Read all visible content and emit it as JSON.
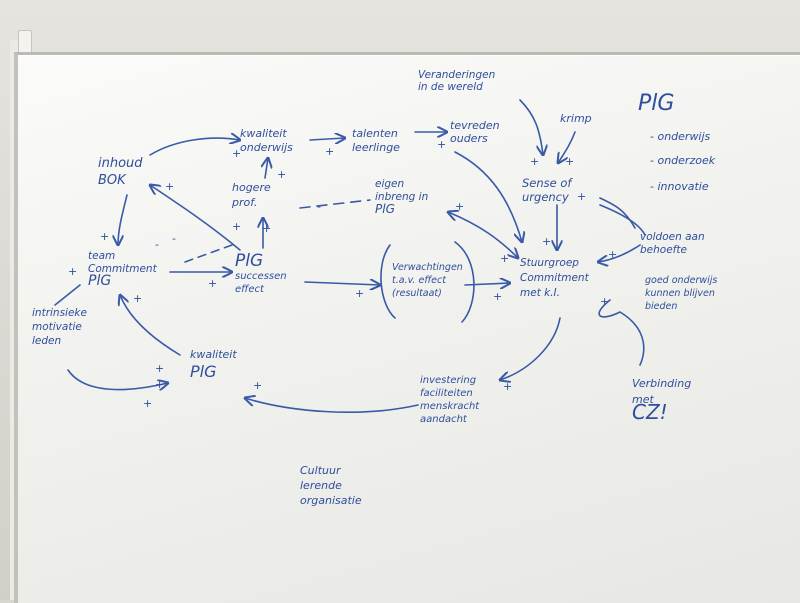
{
  "whiteboard": {
    "title": "PlG",
    "legend": [
      "- onderwijs",
      "- onderzoek",
      "- innovatie"
    ],
    "nodes": [
      {
        "id": "veranderingen",
        "lines": [
          "Veranderingen",
          "in de wereld"
        ]
      },
      {
        "id": "krimp",
        "lines": [
          "krimp"
        ]
      },
      {
        "id": "kwaliteit-onderwijs",
        "lines": [
          "kwaliteit",
          "onderwijs"
        ]
      },
      {
        "id": "talenten",
        "lines": [
          "talenten",
          "leerlinge"
        ]
      },
      {
        "id": "tevreden-ouders",
        "lines": [
          "tevreden",
          "ouders"
        ]
      },
      {
        "id": "inhoud-bok",
        "lines": [
          "inhoud",
          "BOK"
        ]
      },
      {
        "id": "hogere-prof",
        "lines": [
          "hogere",
          "prof."
        ]
      },
      {
        "id": "eigen-inbreng",
        "lines": [
          "eigen",
          "inbreng in",
          "PlG"
        ]
      },
      {
        "id": "sense-of-urgency",
        "lines": [
          "Sense of",
          "urgency"
        ]
      },
      {
        "id": "voldoen",
        "lines": [
          "voldoen aan",
          "behoefte"
        ]
      },
      {
        "id": "goed-onderwijs",
        "lines": [
          "goed onderwijs",
          "kunnen blijven",
          "bieden"
        ]
      },
      {
        "id": "team-commitment",
        "lines": [
          "team",
          "Commitment",
          "PlG"
        ]
      },
      {
        "id": "plg-successen",
        "lines": [
          "PlG",
          "successen",
          "effect"
        ]
      },
      {
        "id": "verwachtingen",
        "lines": [
          "Verwachtingen",
          "t.a.v. effect",
          "(resultaat)"
        ]
      },
      {
        "id": "stuurgroep",
        "lines": [
          "Stuurgroep",
          "Commitment",
          "met k.I."
        ]
      },
      {
        "id": "intrinsieke",
        "lines": [
          "intrinsieke",
          "motivatie",
          "leden"
        ]
      },
      {
        "id": "kwaliteit-plg",
        "lines": [
          "kwaliteit",
          "PlG"
        ]
      },
      {
        "id": "investering",
        "lines": [
          "investering",
          "faciliteiten",
          "menskracht",
          "aandacht"
        ]
      },
      {
        "id": "verbinding",
        "lines": [
          "Verbinding",
          "met",
          "CZ!"
        ]
      },
      {
        "id": "cultuur",
        "lines": [
          "Cultuur",
          "lerende",
          "organisatie"
        ]
      }
    ],
    "signs": {
      "plus": "+",
      "minus": "-"
    }
  }
}
